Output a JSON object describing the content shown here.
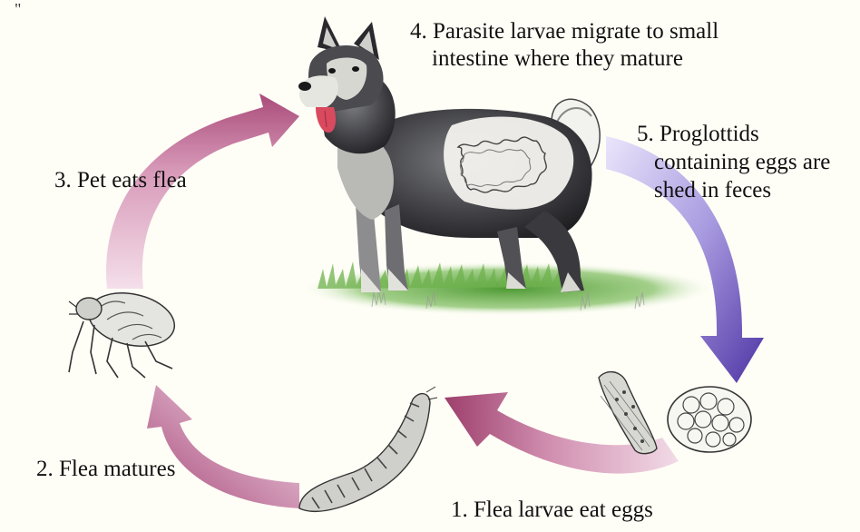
{
  "corner_mark": "\"",
  "steps": {
    "step1": "1. Flea larvae eat eggs",
    "step2": "2. Flea matures",
    "step3": "3. Pet eats flea",
    "step4_line1": "4. Parasite larvae migrate to small",
    "step4_line2": "intestine where they mature",
    "step5_line1": "5. Proglottids",
    "step5_line2": "containing eggs are",
    "step5_line3": "shed in feces"
  },
  "colors": {
    "background": "#fffef6",
    "pink_arrow": "#b0507f",
    "pink_arrow_light": "#e9c4d9",
    "purple_arrow": "#5a3fae",
    "purple_arrow_light": "#d9d3f3",
    "grass": "#5aa03c"
  },
  "icons": [
    "dog-illustration",
    "tapeworm-illustration",
    "flea-illustration",
    "flea-larva-illustration",
    "proglottid-illustration",
    "egg-packet-illustration"
  ]
}
